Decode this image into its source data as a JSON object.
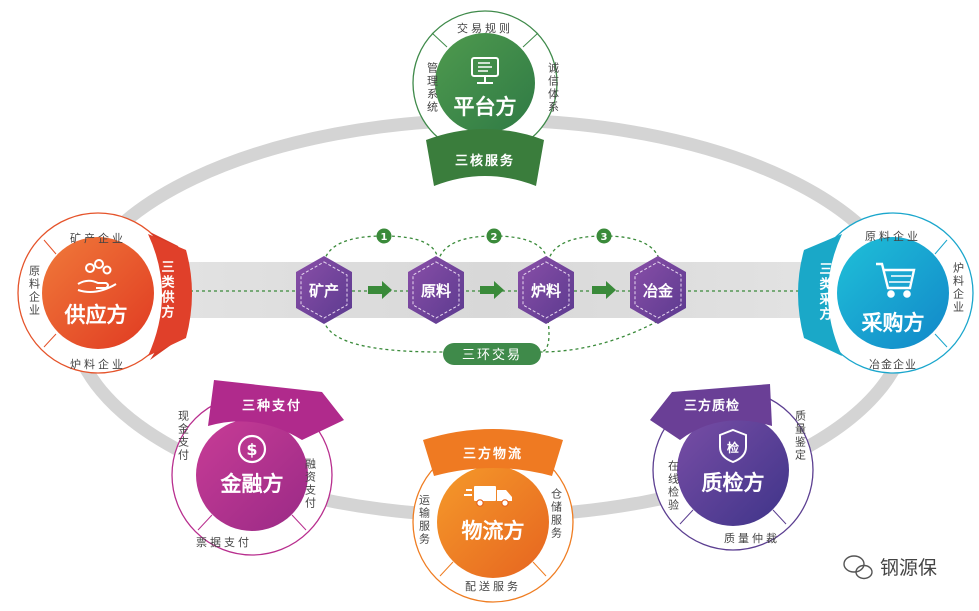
{
  "platform": {
    "title": "平台方",
    "arc_top": "交易规则",
    "arc_left": "管理系统",
    "arc_right": "诚信体系",
    "ribbon": "三核服务",
    "color": "#3f8a4a"
  },
  "supplier": {
    "title": "供应方",
    "arc_top": "矿产企业",
    "arc_left": "原料企业",
    "arc_bottom": "炉料企业",
    "ribbon": "三类供方",
    "color": "#e5532a"
  },
  "buyer": {
    "title": "采购方",
    "arc_top": "原料企业",
    "arc_right": "炉料企业",
    "arc_bottom": "冶金企业",
    "ribbon": "三类采方",
    "color": "#1aa6cc"
  },
  "finance": {
    "title": "金融方",
    "arc_left": "现金支付",
    "arc_bottom": "票据支付",
    "arc_right": "融资支付",
    "ribbon": "三种支付",
    "color": "#b82e8e"
  },
  "logistics": {
    "title": "物流方",
    "arc_left": "运输服务",
    "arc_right": "仓储服务",
    "arc_bottom": "配送服务",
    "ribbon": "三方物流",
    "color": "#ef7d22"
  },
  "inspection": {
    "title": "质检方",
    "arc_right": "质量鉴定",
    "arc_left": "在线检验",
    "arc_bottom": "质量仲裁",
    "ribbon": "三方质检",
    "color": "#5c3f91"
  },
  "flow": {
    "steps": [
      "矿产",
      "原料",
      "炉料",
      "冶金"
    ],
    "numbers": [
      "1",
      "2",
      "3"
    ],
    "label": "三环交易"
  },
  "watermark": "钢源保",
  "icons": {
    "platform": "monitor-icon",
    "supplier": "hand-coins-icon",
    "buyer": "shopping-cart-icon",
    "finance": "dollar-coin-icon",
    "logistics": "delivery-truck-icon",
    "inspection": "shield-check-icon"
  }
}
